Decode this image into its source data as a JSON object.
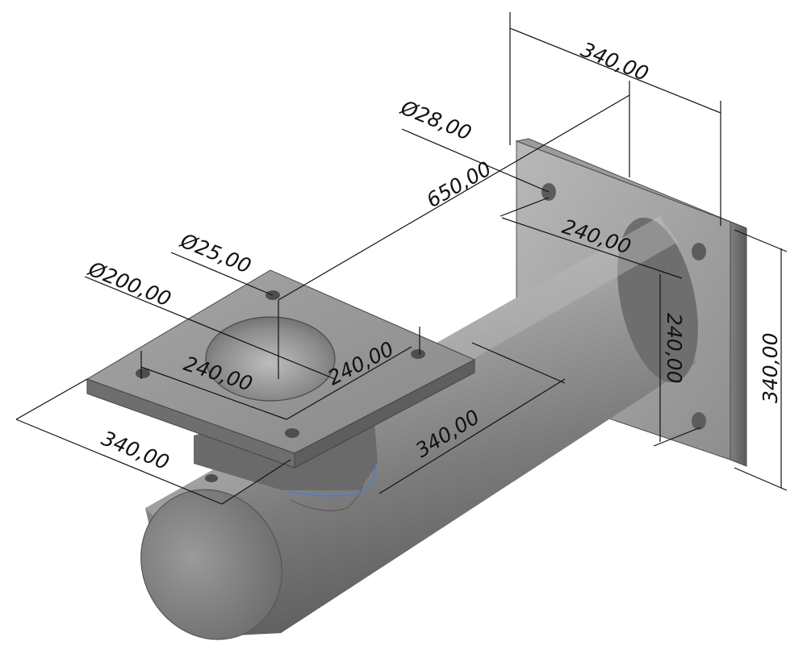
{
  "drawing": {
    "view": "isometric",
    "part": "bracket with tube, top flange and wall plate"
  },
  "dimensions": {
    "plate_width_top": "340,00",
    "plate_hole": "Ø28,00",
    "overall_length": "650,00",
    "plate_hole_spacing_horizontal": "240,00",
    "plate_hole_spacing_vertical": "240,00",
    "plate_height": "340,00",
    "flange_hole": "Ø25,00",
    "flange_bore": "Ø200,00",
    "flange_hole_spacing_a": "240,00",
    "flange_hole_spacing_b": "240,00",
    "flange_width": "340,00",
    "tube_length": "340,00"
  },
  "colors": {
    "ink": "#111111",
    "metal_light": "#b4b4b4",
    "metal_mid": "#8c8c8c",
    "metal_dark": "#5e5e5e",
    "highlight_edge": "#4a7fd0"
  }
}
